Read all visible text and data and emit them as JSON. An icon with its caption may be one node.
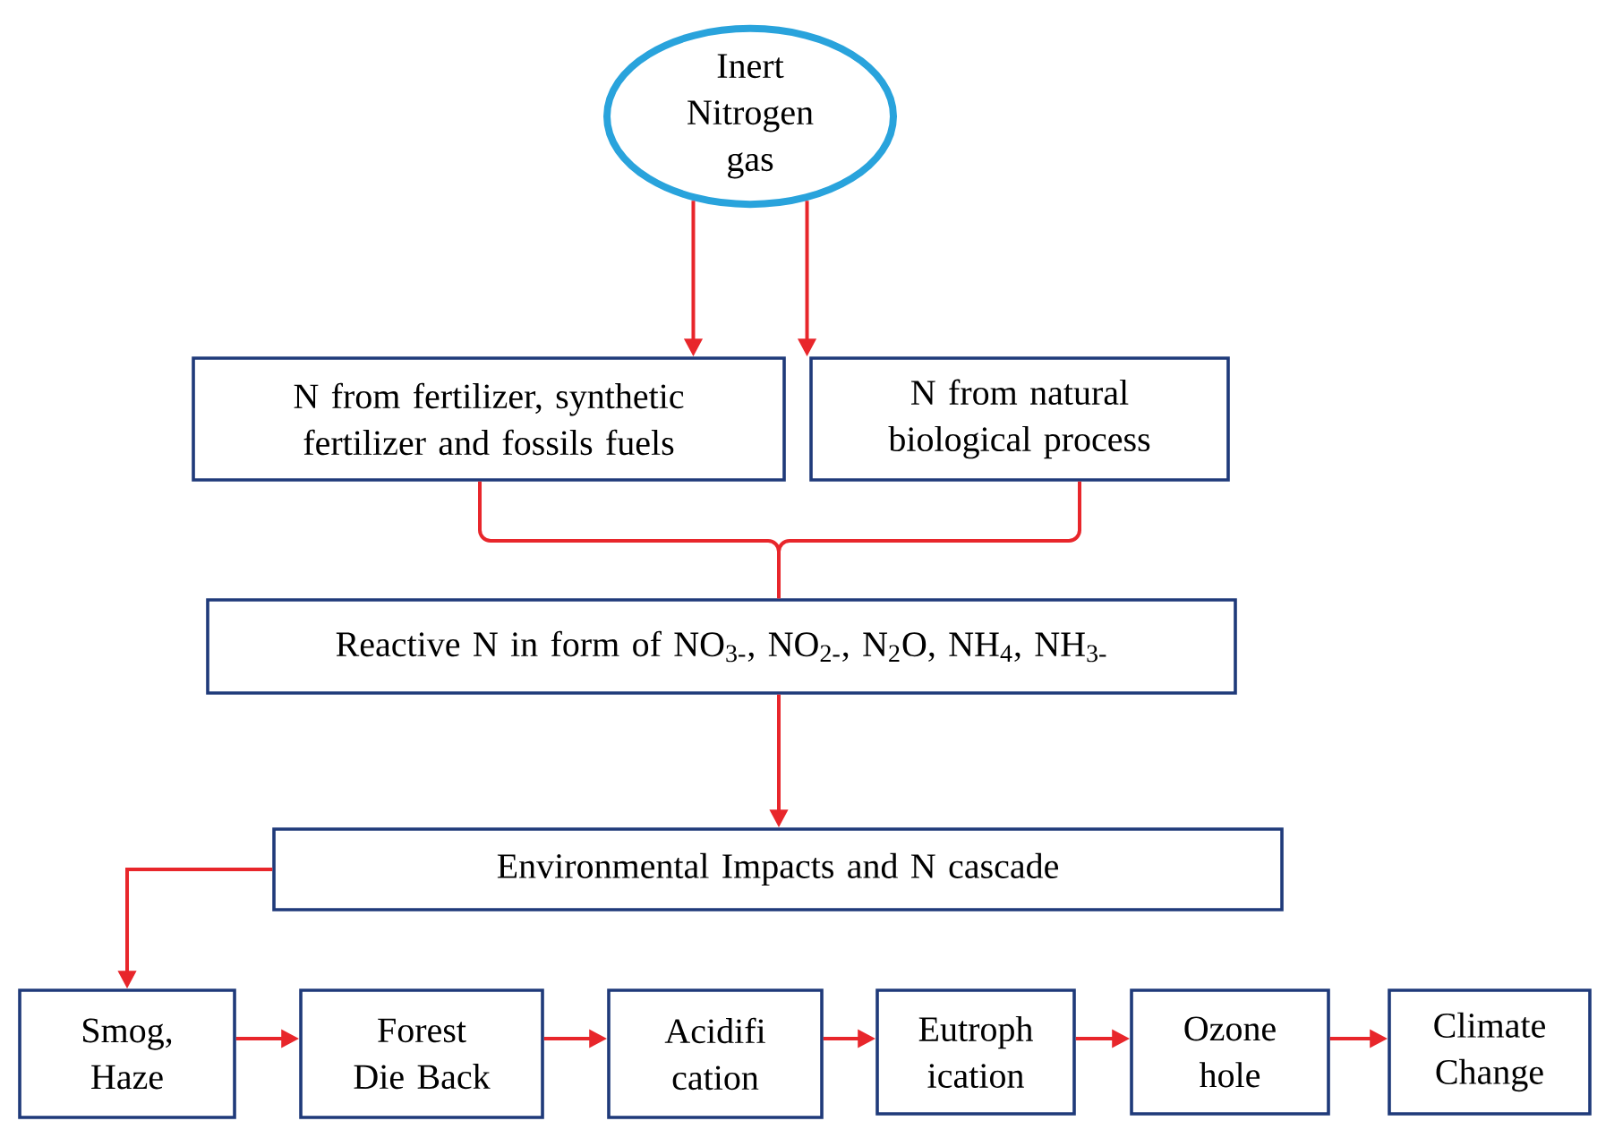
{
  "diagram": {
    "nodes": [
      {
        "text": [
          "Inert Nitrogen gas"
        ]
      },
      {
        "text": [
          "N from fertilizer, synthetic fertilizer and fossils fuels"
        ]
      },
      {
        "text": [
          "N from natural biological process"
        ]
      },
      {
        "text": [
          "Reactive N in form of NO$_{3-}$, NO$_{2-}$, N$_{2}$O, NH$_{4}$, NH$_{3-}$"
        ]
      },
      {
        "text": [
          "Environmental Impacts and N cascade"
        ]
      },
      {
        "text": [
          "Smog, Haze"
        ]
      },
      {
        "text": [
          "Forest Die Back"
        ]
      },
      {
        "text": [
          "Acidifi cation"
        ]
      },
      {
        "text": [
          "Eutroph ication"
        ]
      },
      {
        "text": [
          "Ozone hole"
        ]
      },
      {
        "text": [
          "Climate Change"
        ]
      }
    ],
    "edges": [
      {
        "from": 0,
        "to": 1,
        "arrow": "to"
      },
      {
        "from": 0,
        "to": 2,
        "arrow": "to"
      },
      {
        "from": 1,
        "to": 3,
        "arrow": "none"
      },
      {
        "from": 2,
        "to": 3,
        "arrow": "none"
      },
      {
        "from": 3,
        "to": 4,
        "arrow": "to"
      },
      {
        "from": 4,
        "to": 5,
        "arrow": "to"
      },
      {
        "from": 5,
        "to": 6,
        "arrow": "to"
      },
      {
        "from": 6,
        "to": 7,
        "arrow": "to"
      },
      {
        "from": 7,
        "to": 8,
        "arrow": "to"
      },
      {
        "from": 8,
        "to": 9,
        "arrow": "to"
      },
      {
        "from": 9,
        "to": 10,
        "arrow": "to"
      }
    ]
  }
}
